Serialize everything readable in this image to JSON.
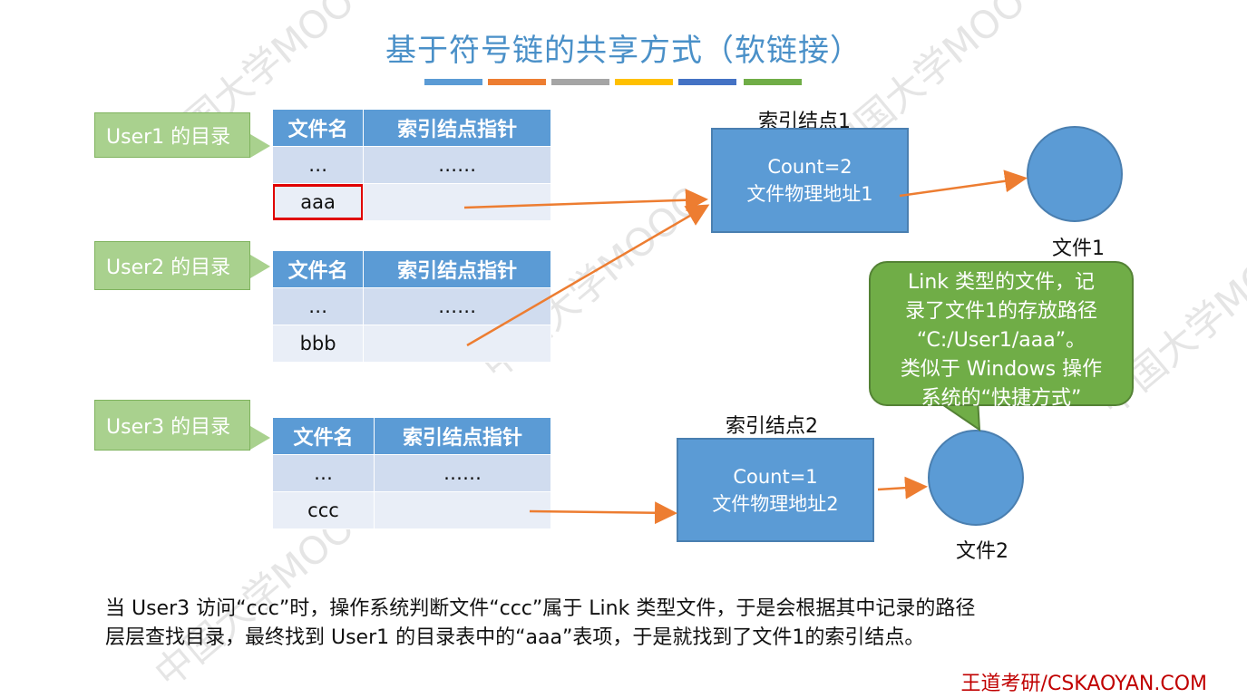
{
  "title": "基于符号链的共享方式（软链接）",
  "title_bar_colors": [
    "#5b9bd5",
    "#ed7d31",
    "#a5a5a5",
    "#ffc000",
    "#4472c4",
    "#70ad47"
  ],
  "callouts": {
    "user1": "User1 的目录",
    "user2": "User2 的目录",
    "user3": "User3 的目录"
  },
  "tables": {
    "header_name": "文件名",
    "header_ptr": "索引结点指针",
    "user1": {
      "rows": [
        [
          "…",
          "……"
        ],
        [
          "aaa",
          ""
        ]
      ]
    },
    "user2": {
      "rows": [
        [
          "…",
          "……"
        ],
        [
          "bbb",
          ""
        ]
      ]
    },
    "user3": {
      "rows": [
        [
          "…",
          "……"
        ],
        [
          "ccc",
          ""
        ]
      ]
    }
  },
  "inodes": {
    "inode1": {
      "label": "索引结点1",
      "count": "Count=2",
      "addr": "文件物理地址1"
    },
    "inode2": {
      "label": "索引结点2",
      "count": "Count=1",
      "addr": "文件物理地址2"
    }
  },
  "files": {
    "file1": "文件1",
    "file2": "文件2"
  },
  "bubble": {
    "line1": "Link 类型的文件，记",
    "line2": "录了文件1的存放路径",
    "line3": "“C:/User1/aaa”。",
    "line4": "类似于 Windows 操作",
    "line5": "系统的“快捷方式”"
  },
  "footer": {
    "line1": "当 User3 访问“ccc”时，操作系统判断文件“ccc”属于 Link 类型文件，于是会根据其中记录的路径",
    "line2": "层层查找目录，最终找到 User1 的目录表中的“aaa”表项，于是就找到了文件1的索引结点。"
  },
  "brand": "王道考研/CSKAOYAN.COM",
  "watermark": "中国大学MOOC",
  "colors": {
    "accent_blue": "#5b9bd5",
    "arrow_orange": "#ed7d31",
    "highlight_red": "#e00000",
    "bubble_green": "#70ad47",
    "callout_green": "#a9d18e"
  }
}
